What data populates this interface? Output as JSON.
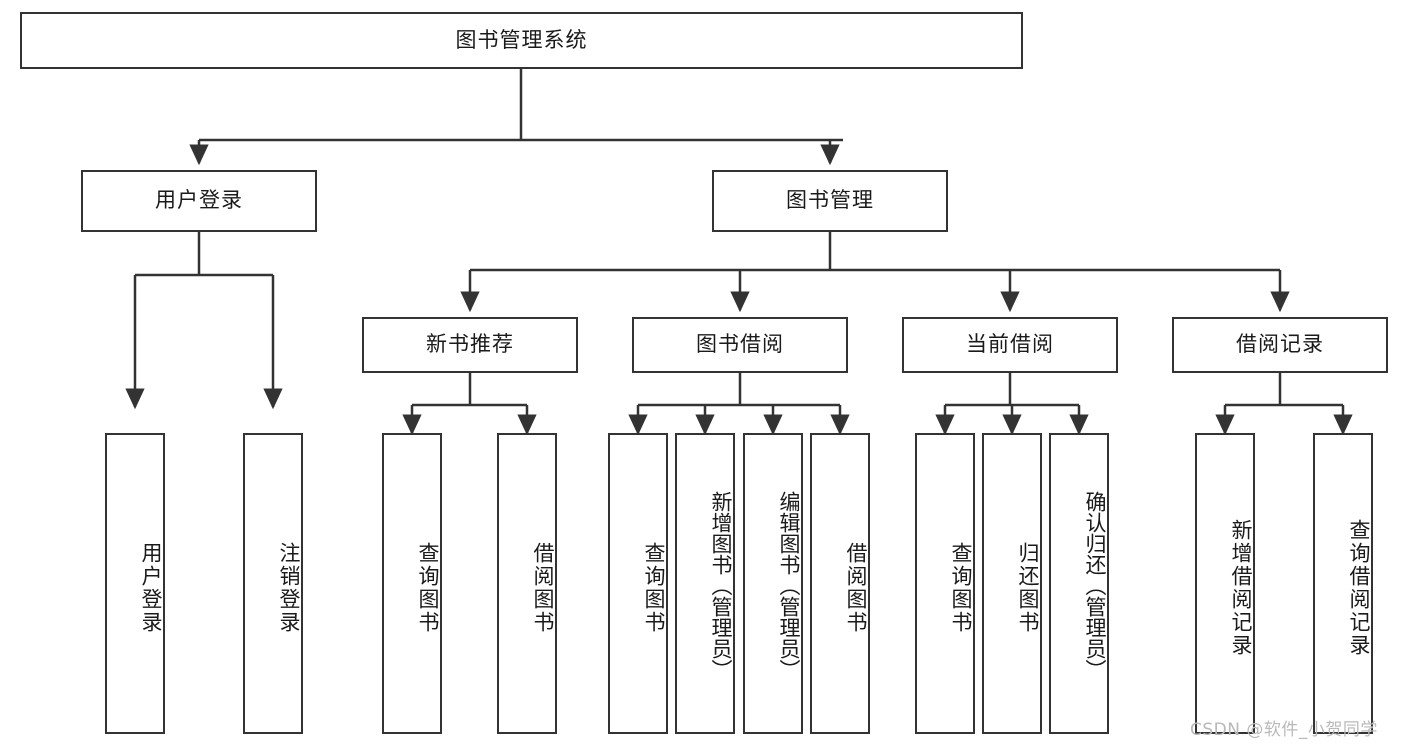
{
  "diagram": {
    "title": "图书管理系统",
    "type": "hierarchy-tree",
    "root": "图书管理系统",
    "levels": [
      {
        "level": 1,
        "nodes": [
          "图书管理系统"
        ]
      },
      {
        "level": 2,
        "nodes": [
          "用户登录",
          "图书管理"
        ]
      },
      {
        "level": 3,
        "nodes": [
          "新书推荐",
          "图书借阅",
          "当前借阅",
          "借阅记录"
        ]
      },
      {
        "level": 4,
        "nodes": [
          "用户登录",
          "注销登录",
          "查询图书",
          "借阅图书",
          "查询图书",
          "新增图书（管理员）",
          "编辑图书（管理员）",
          "借阅图书",
          "查询图书",
          "归还图书",
          "确认归还（管理员）",
          "新增借阅记录",
          "查询借阅记录"
        ]
      }
    ]
  },
  "nodes": {
    "root": {
      "label": "图书管理系统"
    },
    "user_login": {
      "label": "用户登录"
    },
    "book_manage": {
      "label": "图书管理"
    },
    "new_book_rec": {
      "label": "新书推荐"
    },
    "book_borrow": {
      "label": "图书借阅"
    },
    "current_borrow": {
      "label": "当前借阅"
    },
    "borrow_record": {
      "label": "借阅记录"
    },
    "leaf_user_login": {
      "label": "用户登录"
    },
    "leaf_logout": {
      "label": "注销登录"
    },
    "leaf_query_book_1": {
      "label": "查询图书"
    },
    "leaf_borrow_book_1": {
      "label": "借阅图书"
    },
    "leaf_query_book_2": {
      "label": "查询图书"
    },
    "leaf_add_book": {
      "label": "新增图书（管理员）"
    },
    "leaf_edit_book": {
      "label": "编辑图书（管理员）"
    },
    "leaf_borrow_book_2": {
      "label": "借阅图书"
    },
    "leaf_query_book_3": {
      "label": "查询图书"
    },
    "leaf_return_book": {
      "label": "归还图书"
    },
    "leaf_confirm_return": {
      "label": "确认归还（管理员）"
    },
    "leaf_add_record": {
      "label": "新增借阅记录"
    },
    "leaf_query_record": {
      "label": "查询借阅记录"
    }
  },
  "edges": [
    {
      "from": "图书管理系统",
      "to": "用户登录"
    },
    {
      "from": "图书管理系统",
      "to": "图书管理"
    },
    {
      "from": "用户登录",
      "to": "用户登录"
    },
    {
      "from": "用户登录",
      "to": "注销登录"
    },
    {
      "from": "图书管理",
      "to": "新书推荐"
    },
    {
      "from": "图书管理",
      "to": "图书借阅"
    },
    {
      "from": "图书管理",
      "to": "当前借阅"
    },
    {
      "from": "图书管理",
      "to": "借阅记录"
    },
    {
      "from": "新书推荐",
      "to": "查询图书"
    },
    {
      "from": "新书推荐",
      "to": "借阅图书"
    },
    {
      "from": "图书借阅",
      "to": "查询图书"
    },
    {
      "from": "图书借阅",
      "to": "新增图书（管理员）"
    },
    {
      "from": "图书借阅",
      "to": "编辑图书（管理员）"
    },
    {
      "from": "图书借阅",
      "to": "借阅图书"
    },
    {
      "from": "当前借阅",
      "to": "查询图书"
    },
    {
      "from": "当前借阅",
      "to": "归还图书"
    },
    {
      "from": "当前借阅",
      "to": "确认归还（管理员）"
    },
    {
      "from": "借阅记录",
      "to": "新增借阅记录"
    },
    {
      "from": "借阅记录",
      "to": "查询借阅记录"
    }
  ],
  "watermark": {
    "text": "CSDN @软件_小贺同学"
  },
  "colors": {
    "border": "#333333",
    "text": "#1a1a1a",
    "background": "#ffffff",
    "watermark": "#b9b9b9"
  }
}
